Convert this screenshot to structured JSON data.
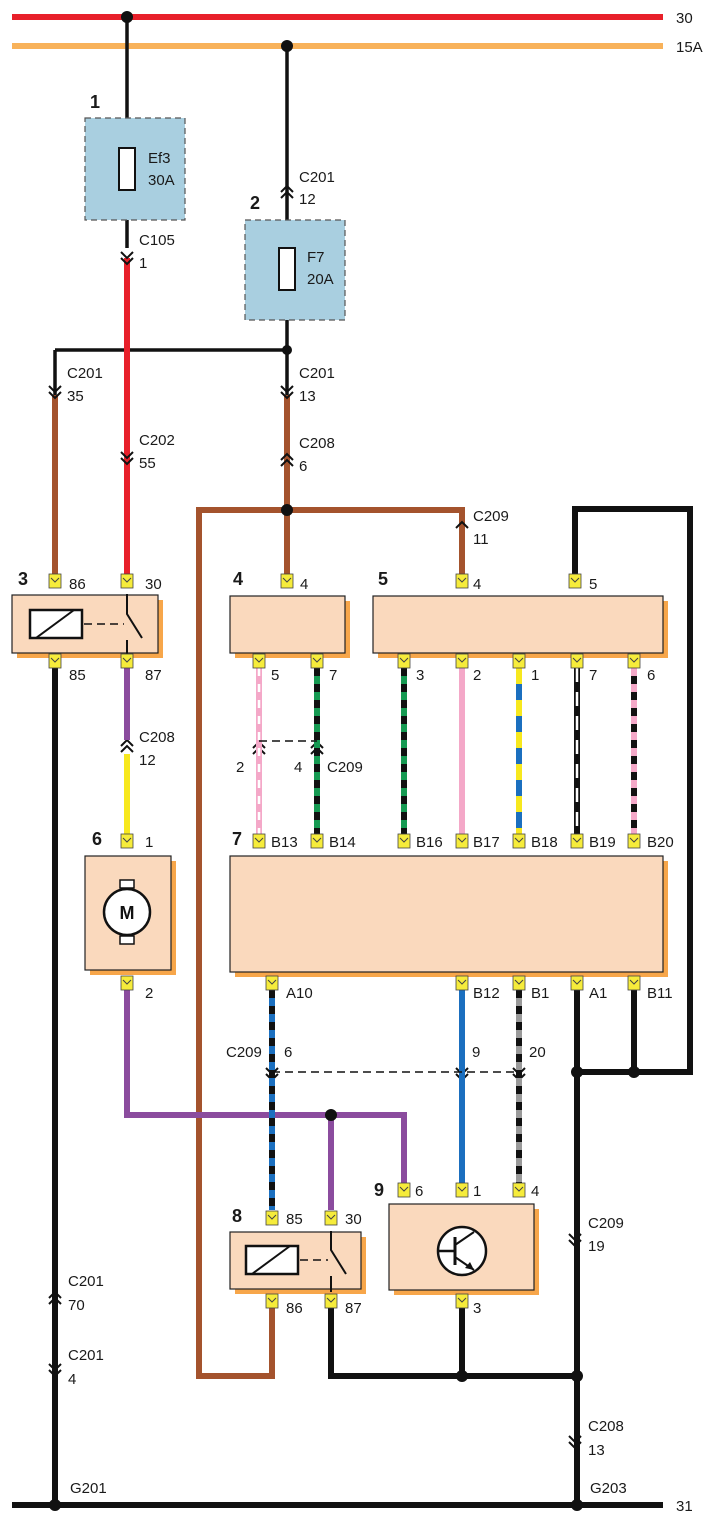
{
  "rails": {
    "top": "30",
    "ign": "15A",
    "ground": "31"
  },
  "fuses": [
    {
      "num": "1",
      "name": "Ef3",
      "rating": "30A"
    },
    {
      "num": "2",
      "name": "F7",
      "rating": "20A"
    }
  ],
  "components": {
    "c3": "3",
    "c4": "4",
    "c5": "5",
    "c6": "6",
    "c7": "7",
    "c8": "8",
    "c9": "9",
    "motor_symbol": "M"
  },
  "connectors": {
    "c201_12": [
      "C201",
      "12"
    ],
    "c105_1": [
      "C105",
      "1"
    ],
    "c201_35": [
      "C201",
      "35"
    ],
    "c201_13": [
      "C201",
      "13"
    ],
    "c202_55": [
      "C202",
      "55"
    ],
    "c208_6": [
      "C208",
      "6"
    ],
    "c209_11": [
      "C209",
      "11"
    ],
    "c208_12": [
      "C208",
      "12"
    ],
    "c209_mid": [
      "2",
      "4",
      "C209"
    ],
    "c209_6": [
      "C209",
      "6"
    ],
    "c209_9": "9",
    "c209_20": "20",
    "c209_19": [
      "C209",
      "19"
    ],
    "c201_70": [
      "C201",
      "70"
    ],
    "c201_4": [
      "C201",
      "4"
    ],
    "c208_13": [
      "C208",
      "13"
    ],
    "g201": "G201",
    "g203": "G203"
  },
  "pins": {
    "k3": [
      "86",
      "30",
      "85",
      "87"
    ],
    "c4": [
      "4",
      "5",
      "7"
    ],
    "c5": [
      "4",
      "5",
      "3",
      "2",
      "1",
      "7",
      "6"
    ],
    "m6": [
      "1",
      "2"
    ],
    "c7_top": [
      "B13",
      "B14",
      "B16",
      "B17",
      "B18",
      "B19",
      "B20"
    ],
    "c7_bot": [
      "A10",
      "B12",
      "B1",
      "A1",
      "B11"
    ],
    "k8": [
      "85",
      "30",
      "86",
      "87"
    ],
    "c9": [
      "6",
      "1",
      "4",
      "3"
    ]
  },
  "colors": {
    "red": "#e8202a",
    "orange": "#f8b25a",
    "black": "#111111",
    "brown": "#a4532d",
    "purple": "#8b4c9e",
    "yellow": "#f7e81e",
    "pink": "#f4a8c8",
    "green": "#169a52",
    "blue": "#1b6fbf",
    "gray": "#9a9a9a"
  }
}
